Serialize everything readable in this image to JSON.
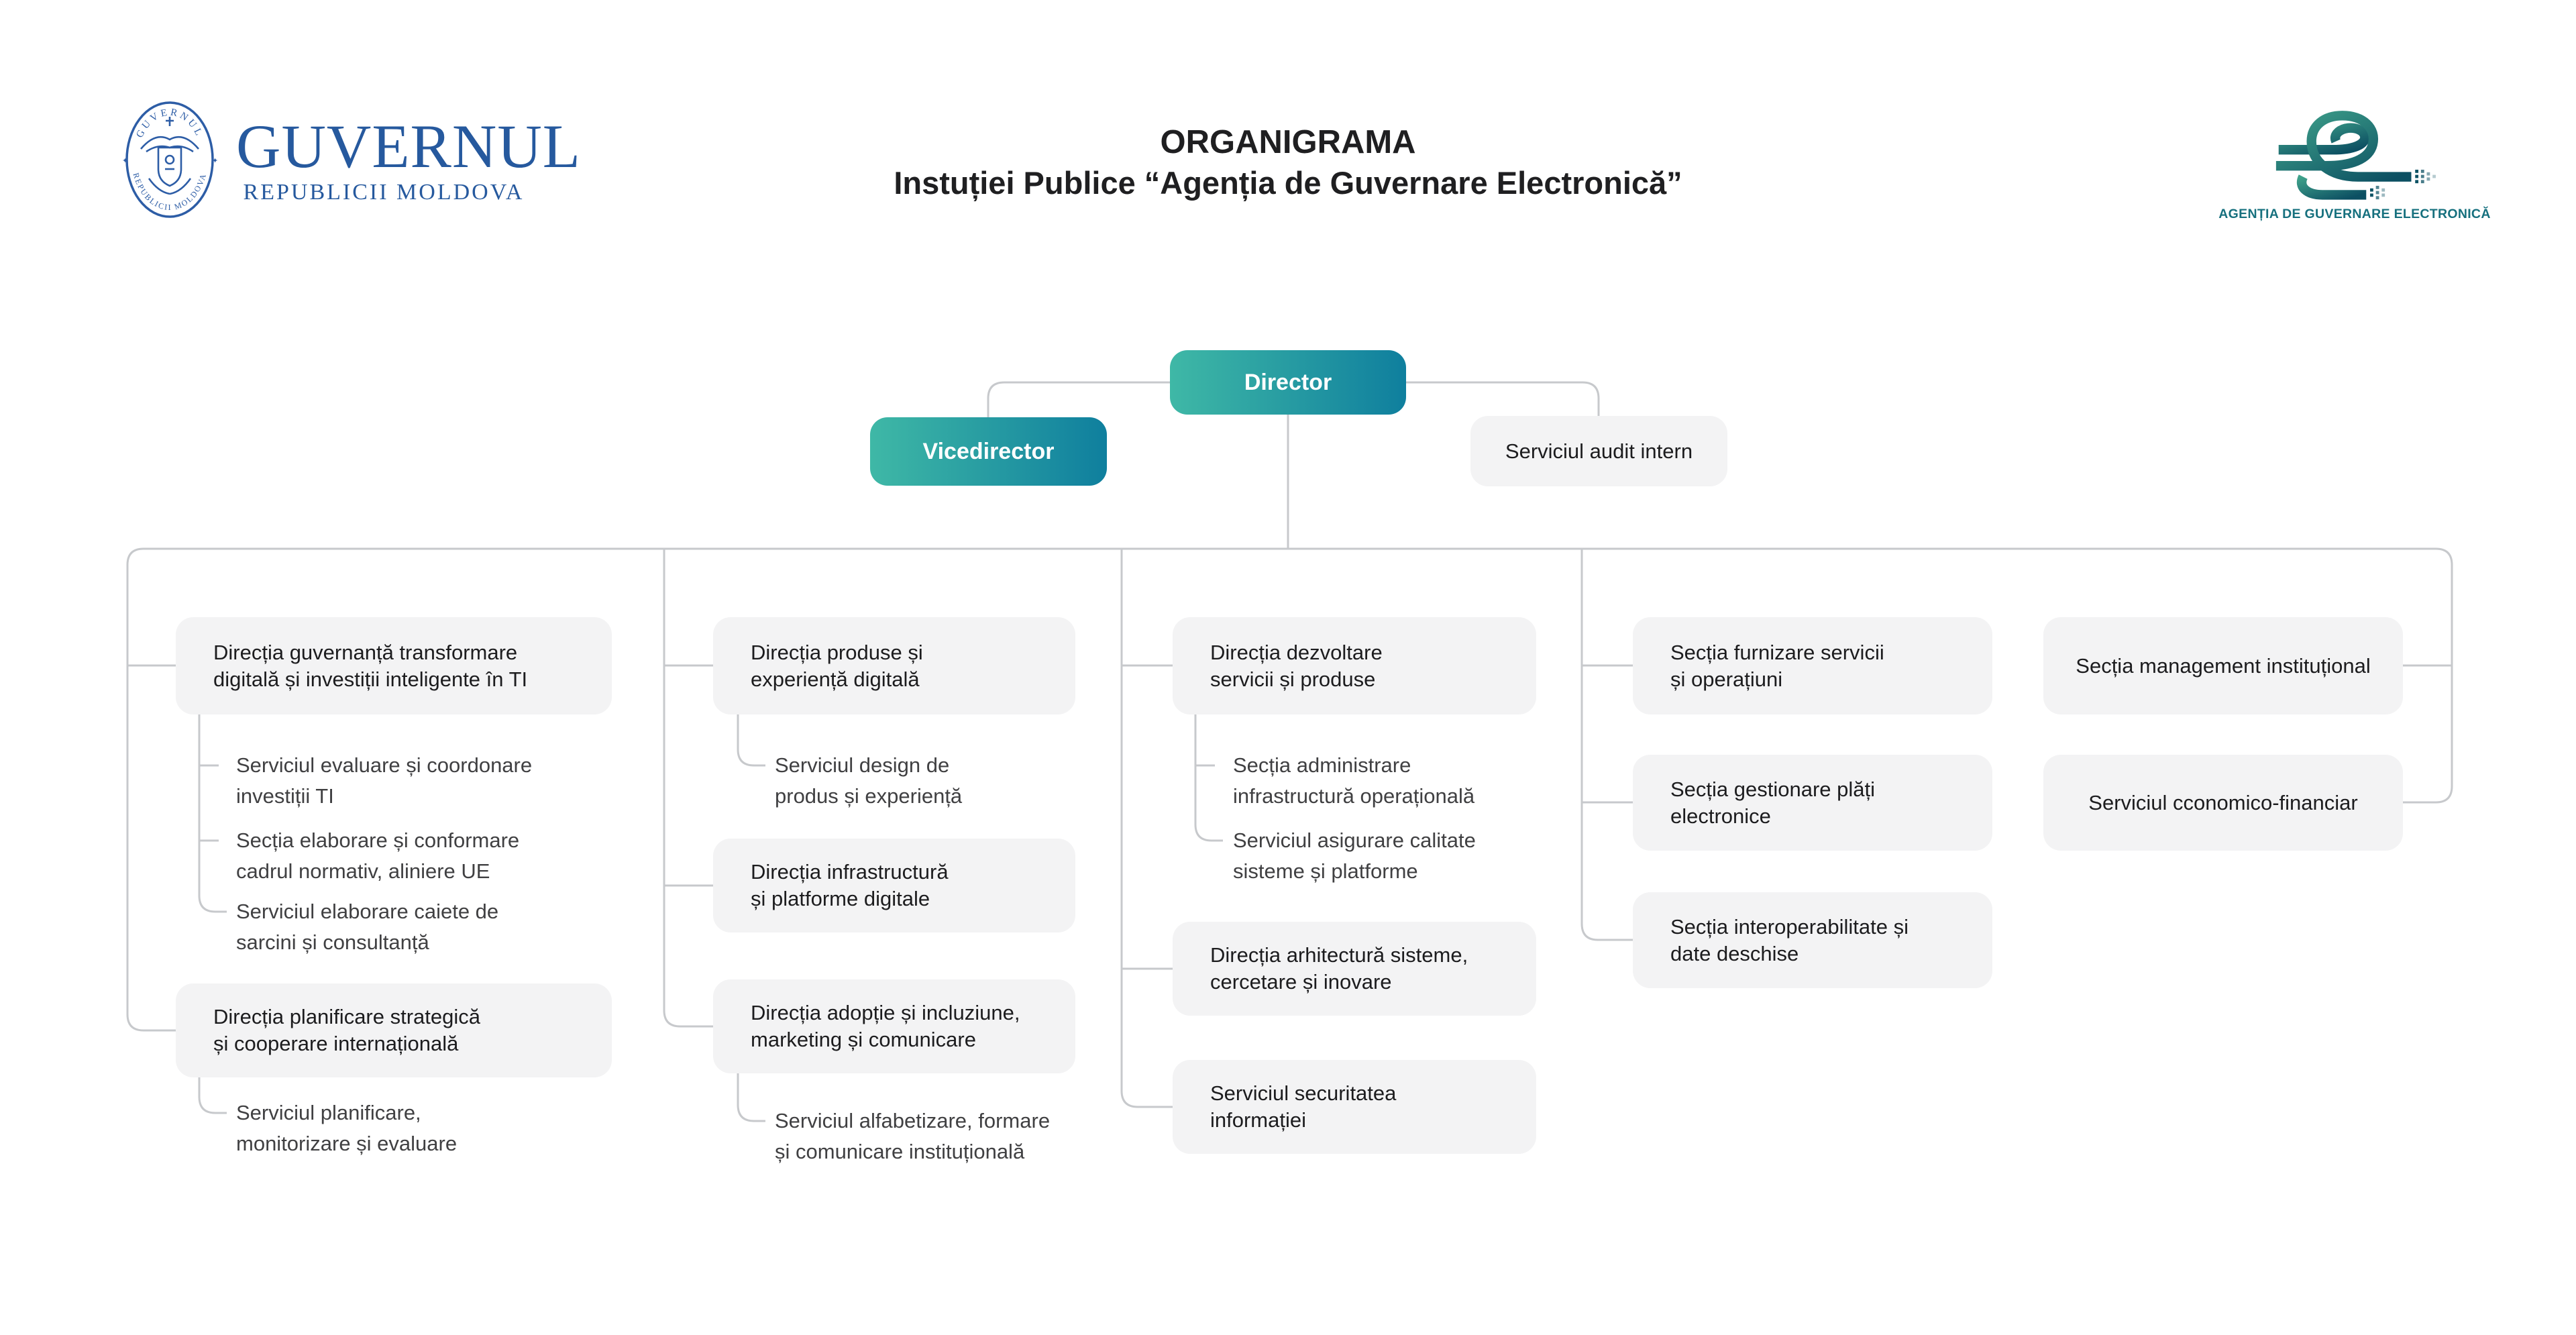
{
  "colors": {
    "accent_gradient_start": "#3FB8A6",
    "accent_gradient_end": "#0F7F9E",
    "box_bg": "#F3F3F4",
    "connector_line": "#C7C9CC",
    "gov_blue": "#2D5DA6",
    "egov_teal_green": "#3FA28B",
    "egov_teal_dark": "#0C4F62",
    "egov_label_teal": "#16707E",
    "text_dark": "#1C1C1E",
    "text_sub": "#404042"
  },
  "header": {
    "seal": {
      "top_text": "GUVERNUL",
      "bottom_text": "REPUBLICII MOLDOVA",
      "ornament_left": "✦",
      "ornament_right": "✦"
    },
    "wordmark": "GUVERNUL",
    "wordmark_sub": "REPUBLICII MOLDOVA",
    "title_line1": "ORGANIGRAMA",
    "title_line2": "Instuției Publice “Agenția de Guvernare Electronică”",
    "egov_label": "AGENȚIA DE GUVERNARE ELECTRONICĂ"
  },
  "org": {
    "director": "Director",
    "vicedirector": "Vicedirector",
    "audit": "Serviciul audit intern",
    "col1": {
      "box1": "Direcția guvernanță transformare\ndigitală și investiții inteligente în TI",
      "sub1": "Serviciul evaluare și coordonare\ninvestiții TI",
      "sub2": "Secția elaborare și conformare\ncadrul normativ, aliniere UE",
      "sub3": "Serviciul elaborare caiete de\nsarcini și consultanță",
      "box2": "Direcția planificare strategică\nși cooperare internațională",
      "sub4": "Serviciul planificare,\nmonitorizare și evaluare"
    },
    "col2": {
      "box1": "Direcția produse și\nexperiență digitală",
      "sub1": "Serviciul design de\nprodus și experiență",
      "box2": "Direcția infrastructură\nși platforme digitale",
      "box3": "Direcția adopție și incluziune,\nmarketing și comunicare",
      "sub2": "Serviciul alfabetizare, formare\nși comunicare instituțională"
    },
    "col3": {
      "box1": "Direcția dezvoltare\nservicii și produse",
      "sub1": "Secția administrare\ninfrastructură operațională",
      "sub2": "Serviciul asigurare calitate\nsisteme și platforme",
      "box2": "Direcția arhitectură sisteme,\ncercetare și inovare",
      "box3": "Serviciul securitatea\ninformației"
    },
    "col4": {
      "box1": "Secția furnizare servicii\nși operațiuni",
      "box2": "Secția gestionare plăți\nelectronice",
      "box3": "Secția interoperabilitate și\ndate deschise",
      "box4": "Secția management instituțional",
      "box5": "Serviciul cconomico-financiar"
    }
  }
}
